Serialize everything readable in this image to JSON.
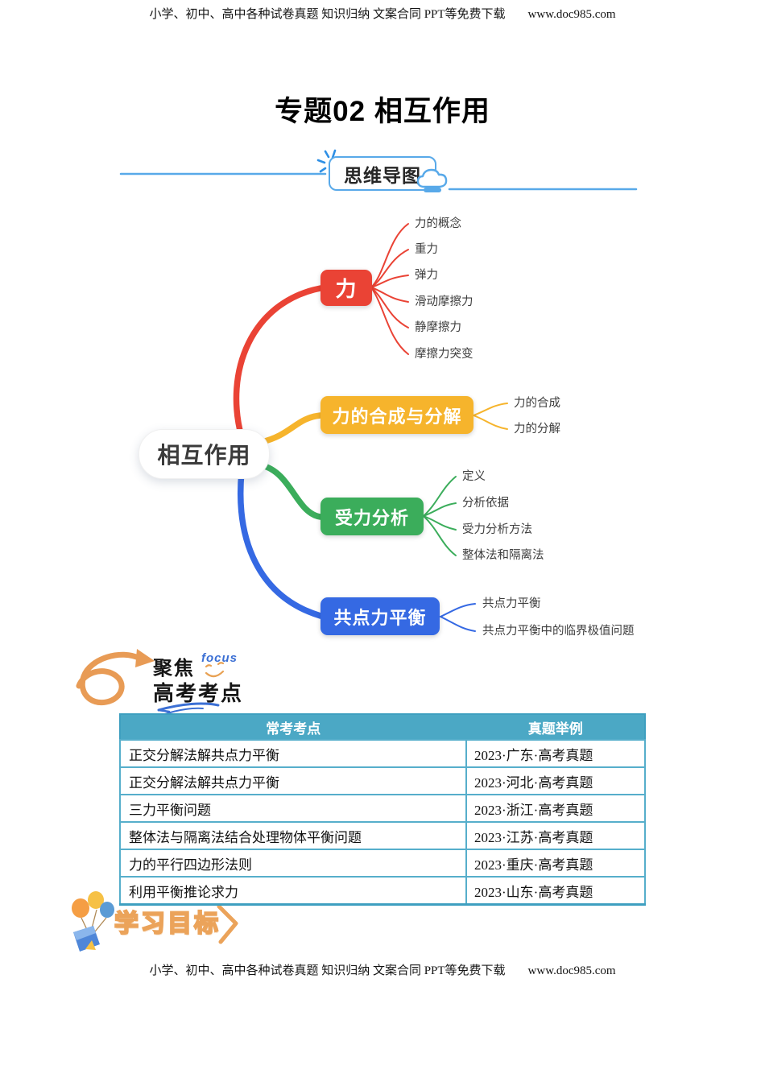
{
  "page": {
    "header": {
      "text": "小学、初中、高中各种试卷真题  知识归纳  文案合同  PPT等免费下载",
      "url": "www.doc985.com"
    },
    "title": "专题02 相互作用",
    "footer": {
      "text": "小学、初中、高中各种试卷真题  知识归纳  文案合同  PPT等免费下载",
      "url": "www.doc985.com"
    }
  },
  "banner": {
    "label": "思维导图",
    "sparkle_icon": "sparkle",
    "hat_icon": "chef-hat",
    "line_color": "#58A9E9"
  },
  "mindmap": {
    "center": "相互作用",
    "branches": [
      {
        "label": "力",
        "color": "#EA4335",
        "children": [
          "力的概念",
          "重力",
          "弹力",
          "滑动摩擦力",
          "静摩擦力",
          "摩擦力突变"
        ]
      },
      {
        "label": "力的合成与分解",
        "color": "#F6B42C",
        "children": [
          "力的合成",
          "力的分解"
        ]
      },
      {
        "label": "受力分析",
        "color": "#3BAD5B",
        "children": [
          "定义",
          "分析依据",
          "受力分析方法",
          "整体法和隔离法"
        ]
      },
      {
        "label": "共点力平衡",
        "color": "#3569E3",
        "children": [
          "共点力平衡",
          "共点力平衡中的临界极值问题"
        ]
      }
    ]
  },
  "focus_section": {
    "title_line1": "聚焦",
    "english_label": "focus",
    "title_line2": "高考考点",
    "arrow_icon": "curly-arrow",
    "smiley_icon": "smiley",
    "accent_orange": "#E89B55",
    "accent_blue": "#3B6FD4"
  },
  "exam_table": {
    "headers": [
      "常考考点",
      "真题举例"
    ],
    "rows": [
      [
        "正交分解法解共点力平衡",
        "2023·广东·高考真题"
      ],
      [
        "正交分解法解共点力平衡",
        "2023·河北·高考真题"
      ],
      [
        "三力平衡问题",
        "2023·浙江·高考真题"
      ],
      [
        "整体法与隔离法结合处理物体平衡问题",
        "2023·江苏·高考真题"
      ],
      [
        "力的平行四边形法则",
        "2023·重庆·高考真题"
      ],
      [
        "利用平衡推论求力",
        "2023·山东·高考真题"
      ]
    ],
    "header_bg": "#4BA8C5",
    "border_color": "#56AECB"
  },
  "goals_section": {
    "title": "学习目标",
    "balloons_icon": "balloons",
    "chevron_icon": "chevron-right",
    "accent_orange": "#EBA35A"
  }
}
